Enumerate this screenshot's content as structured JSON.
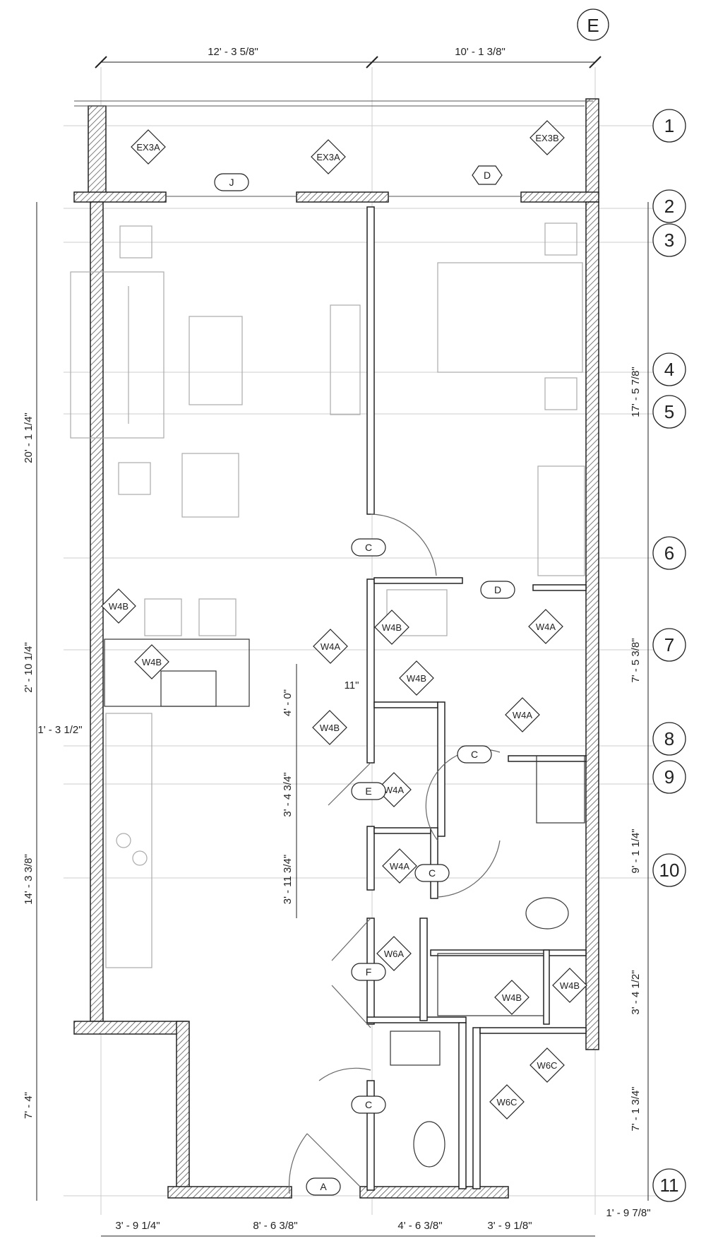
{
  "grid_e": "E",
  "grid_rows": [
    "1",
    "2",
    "3",
    "4",
    "5",
    "6",
    "7",
    "8",
    "9",
    "10",
    "11"
  ],
  "dims": {
    "top_left": "12' - 3 5/8\"",
    "top_right": "10' - 1 3/8\"",
    "left_upper": "20' - 1 1/4\"",
    "left_mid": "2' - 10 1/4\"",
    "left_stub": "1' - 3 1/2\"",
    "left_lower": "14' - 3 3/8\"",
    "left_bottom": "7' - 4\"",
    "right_upper": "17' - 5 7/8\"",
    "right_mid1": "7' - 5 3/8\"",
    "right_mid2": "9' - 1 1/4\"",
    "right_mid3": "3' - 4 1/2\"",
    "right_bottom": "7' - 1 3/4\"",
    "inner_a": "4' - 0\"",
    "inner_b": "3' - 4 3/4\"",
    "inner_c": "3' - 11 3/4\"",
    "inner_11": "11\"",
    "bottom_1": "3' - 9 1/4\"",
    "bottom_2": "8' - 6 3/8\"",
    "bottom_3": "4' - 6 3/8\"",
    "bottom_4": "3' - 9 1/8\"",
    "bottom_5": "1' - 9 7/8\""
  },
  "wall_tags": {
    "ex3a_1": "EX3A",
    "ex3a_2": "EX3A",
    "ex3b": "EX3B",
    "w4b_1": "W4B",
    "w4b_2": "W4B",
    "w4b_3": "W4B",
    "w4b_4": "W4B",
    "w4b_5": "W4B",
    "w4b_6": "W4B",
    "w4b_7": "W4B",
    "w4a_1": "W4A",
    "w4a_2": "W4A",
    "w4a_3": "W4A",
    "w4a_4": "W4A",
    "w4a_5": "W4A",
    "w6a": "W6A",
    "w6c_1": "W6C",
    "w6c_2": "W6C"
  },
  "door_tags": {
    "j": "J",
    "d1": "D",
    "d2": "D",
    "c1": "C",
    "c2": "C",
    "c3": "C",
    "c4": "C",
    "e": "E",
    "f": "F",
    "a": "A"
  }
}
